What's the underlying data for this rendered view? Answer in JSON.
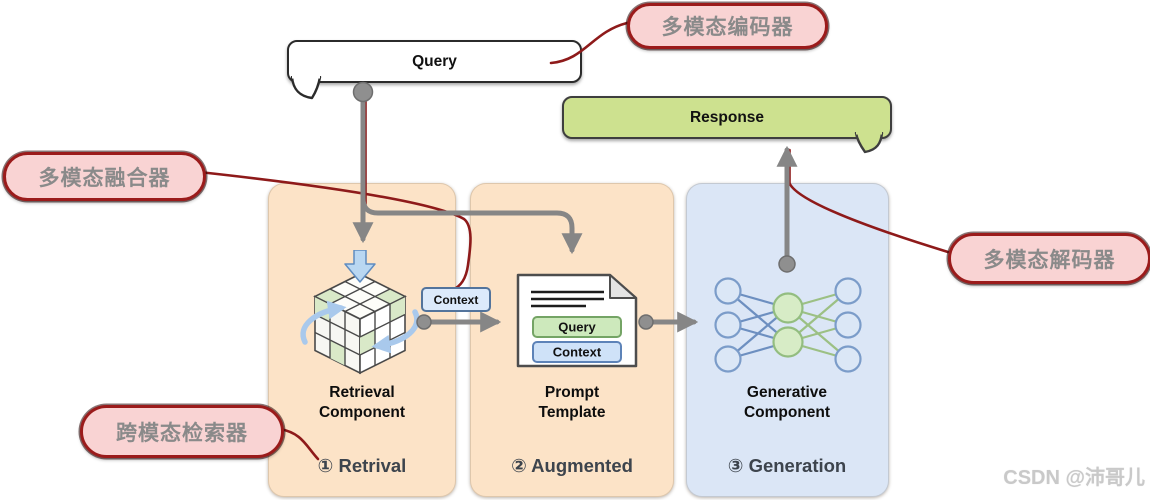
{
  "bubbles": {
    "query": "Query",
    "response": "Response"
  },
  "callouts": {
    "encoder": "多模态编码器",
    "fusion": "多模态融合器",
    "decoder": "多模态解码器",
    "retriever": "跨模态检索器"
  },
  "panels": [
    {
      "name": "Retrieval Component",
      "step": "① Retrival"
    },
    {
      "name": "Prompt Template",
      "step": "② Augmented"
    },
    {
      "name": "Generative Component",
      "step": "③ Generation"
    }
  ],
  "labels": {
    "context_badge": "Context",
    "doc_query": "Query",
    "doc_context": "Context"
  },
  "watermark": "CSDN @沛哥儿",
  "colors": {
    "panel_warm": "#fce3c7",
    "panel_cool": "#dbe6f6",
    "callout_bg": "#f9d3d3",
    "callout_border": "#9b1b1b",
    "callout_text": "#8a8a8a",
    "response_bg": "#cde18f",
    "arrow_gray": "#868686",
    "line_red": "#8e1a1a",
    "badge_blue_bg": "#dceafb",
    "badge_blue_border": "#53749c",
    "badge_green_bg": "#cde9bc",
    "badge_green_border": "#74a465"
  }
}
